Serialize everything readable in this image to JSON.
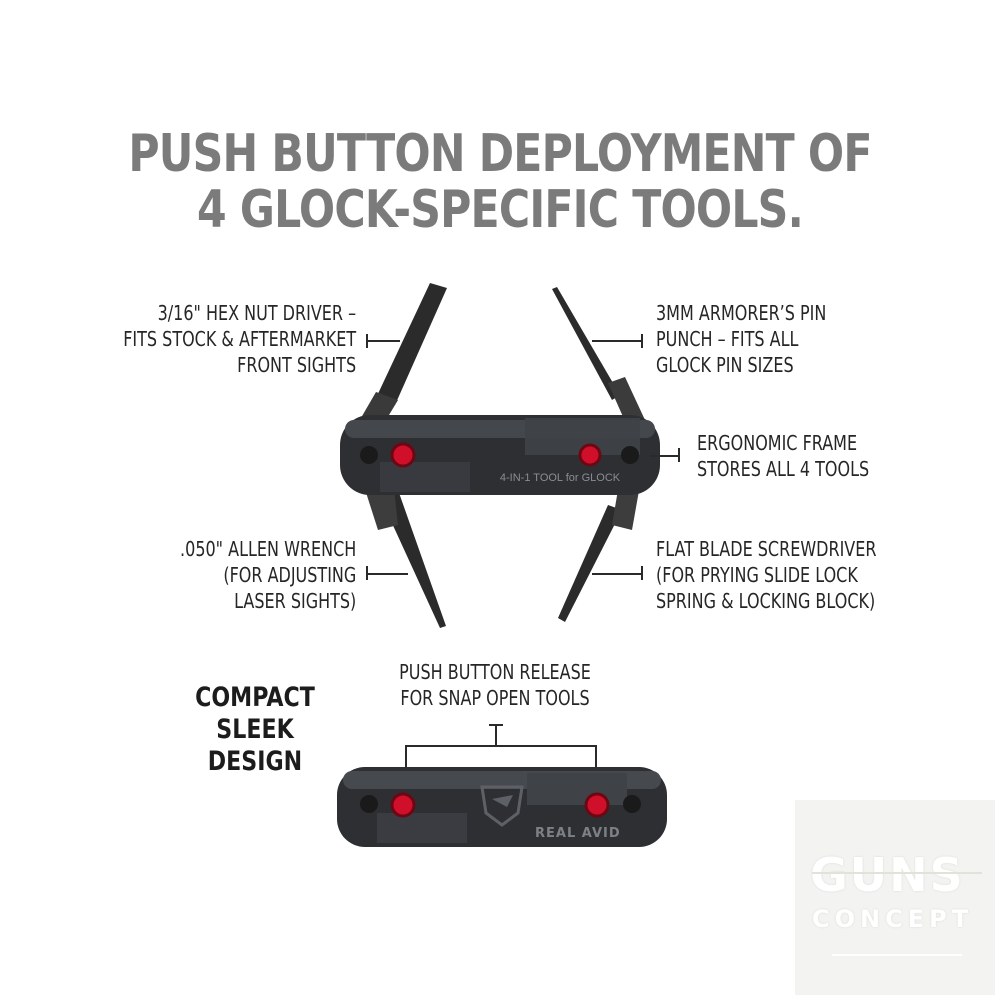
{
  "headline": {
    "line1": "PUSH BUTTON DEPLOYMENT OF",
    "line2": "4 GLOCK-SPECIFIC TOOLS."
  },
  "callouts": {
    "hex_driver": [
      "3/16\" HEX NUT DRIVER –",
      "FITS STOCK & AFTERMARKET",
      "FRONT SIGHTS"
    ],
    "pin_punch": [
      "3MM ARMORER’S PIN",
      "PUNCH – FITS ALL",
      "GLOCK PIN SIZES"
    ],
    "frame": [
      "ERGONOMIC FRAME",
      "STORES ALL 4 TOOLS"
    ],
    "allen_wrench": [
      ".050\" ALLEN WRENCH",
      "(FOR ADJUSTING",
      "LASER SIGHTS)"
    ],
    "screwdriver": [
      "FLAT BLADE SCREWDRIVER",
      "(FOR PRYING SLIDE LOCK",
      "SPRING & LOCKING BLOCK)"
    ],
    "release": [
      "PUSH BUTTON RELEASE",
      "FOR SNAP OPEN TOOLS"
    ]
  },
  "compact": {
    "line1": "COMPACT",
    "line2": "SLEEK DESIGN"
  },
  "tool_open": {
    "engraving": "4-IN-1 TOOL for GLOCK"
  },
  "tool_closed": {
    "brand": "REAL AVID"
  },
  "watermark": {
    "line1": "GUNS",
    "line2": "CONCEPT"
  },
  "colors": {
    "headline": "#7b7b7b",
    "button": "#d0102a",
    "body": "#2d2f33",
    "text": "#262626"
  },
  "icons": [
    "hex-driver-icon",
    "pin-punch-icon",
    "allen-wrench-icon",
    "screwdriver-icon",
    "shield-logo-icon"
  ]
}
